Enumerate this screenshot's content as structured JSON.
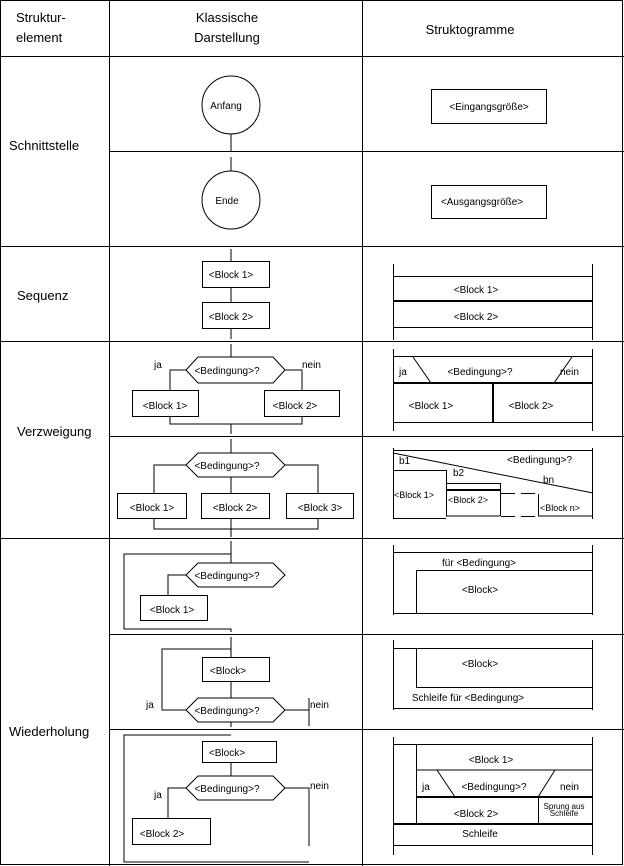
{
  "header": {
    "col1": [
      "Struktur-",
      "element"
    ],
    "col2": [
      "Klassische",
      "Darstellung"
    ],
    "col3": "Struktogramme"
  },
  "rows": {
    "schnittstelle": "Schnittstelle",
    "sequenz": "Sequenz",
    "verzweigung": "Verzweigung",
    "wiederholung": "Wiederholung"
  },
  "labels": {
    "anfang": "Anfang",
    "ende": "Ende",
    "eingang": "<Eingangsgröße>",
    "ausgang": "<Ausgangsgröße>",
    "block1": "<Block 1>",
    "block2": "<Block 2>",
    "block3": "<Block 3>",
    "blockn": "<Block n>",
    "block": "<Block>",
    "bedingung": "<Bedingung>?",
    "ja": "ja",
    "nein": "nein",
    "b1": "b1",
    "b2": "b2",
    "bn": "bn",
    "fuer": "für <Bedingung>",
    "schleife_fuer": "Schleife für <Bedingung>",
    "schleife": "Schleife",
    "sprung": [
      "Sprung aus",
      "Schleife"
    ]
  }
}
